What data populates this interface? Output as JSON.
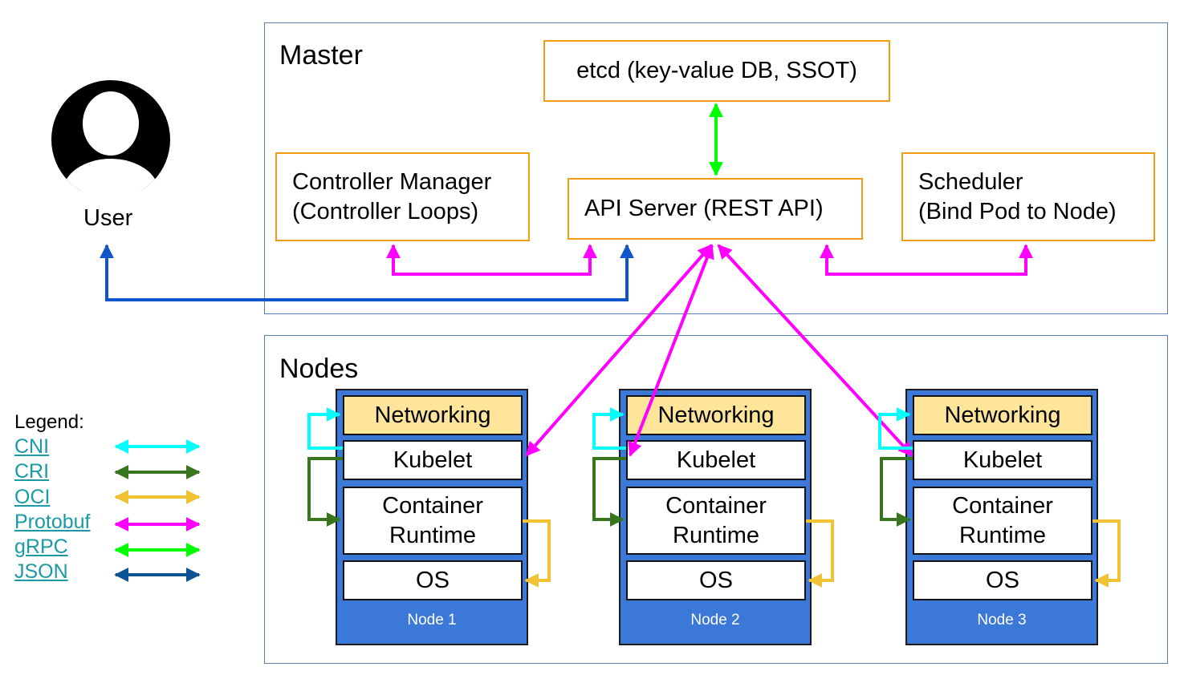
{
  "user": {
    "label": "User"
  },
  "master": {
    "title": "Master",
    "etcd": "etcd (key-value DB, SSOT)",
    "api_server": "API Server (REST API)",
    "controller_manager": [
      "Controller Manager",
      "(Controller Loops)"
    ],
    "scheduler": [
      "Scheduler",
      "(Bind Pod to Node)"
    ]
  },
  "nodes_section": {
    "title": "Nodes",
    "nodes": [
      {
        "caption": "Node 1",
        "networking": "Networking",
        "kubelet": "Kubelet",
        "runtime": [
          "Container",
          "Runtime"
        ],
        "os": "OS"
      },
      {
        "caption": "Node 2",
        "networking": "Networking",
        "kubelet": "Kubelet",
        "runtime": [
          "Container",
          "Runtime"
        ],
        "os": "OS"
      },
      {
        "caption": "Node 3",
        "networking": "Networking",
        "kubelet": "Kubelet",
        "runtime": [
          "Container",
          "Runtime"
        ],
        "os": "OS"
      }
    ]
  },
  "legend": {
    "title": "Legend:",
    "items": [
      {
        "label": "CNI",
        "color": "#00ffff"
      },
      {
        "label": "CRI",
        "color": "#38761d"
      },
      {
        "label": "OCI",
        "color": "#f1c232"
      },
      {
        "label": "Protobuf",
        "color": "#ff00ff"
      },
      {
        "label": "gRPC",
        "color": "#00ff00"
      },
      {
        "label": "JSON",
        "color": "#0b5394"
      }
    ]
  },
  "colors": {
    "user_link": "#1155cc",
    "box_border": "#f39c12",
    "node_fill": "#3c78d8",
    "networking_fill": "#ffe599"
  }
}
